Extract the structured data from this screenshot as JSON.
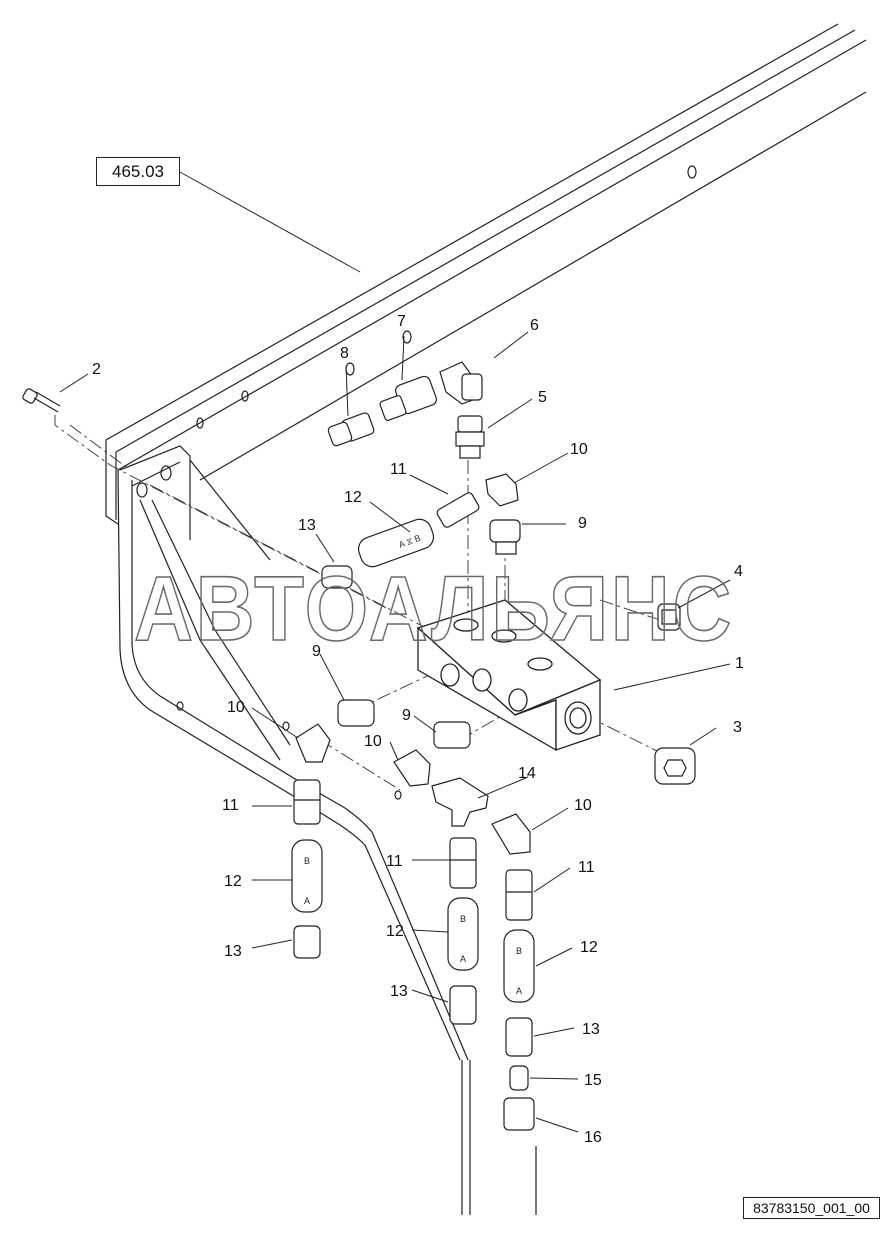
{
  "reference_label": "465.03",
  "document_id": "83783150_001_00",
  "watermark": "АВТОАЛЬЯНС",
  "callouts": [
    {
      "id": "c1",
      "text": "1"
    },
    {
      "id": "c2",
      "text": "2"
    },
    {
      "id": "c3",
      "text": "3"
    },
    {
      "id": "c4",
      "text": "4"
    },
    {
      "id": "c5",
      "text": "5"
    },
    {
      "id": "c6",
      "text": "6"
    },
    {
      "id": "c7",
      "text": "7"
    },
    {
      "id": "c8",
      "text": "8"
    },
    {
      "id": "c9a",
      "text": "9"
    },
    {
      "id": "c9b",
      "text": "9"
    },
    {
      "id": "c9c",
      "text": "9"
    },
    {
      "id": "c10a",
      "text": "10"
    },
    {
      "id": "c10b",
      "text": "10"
    },
    {
      "id": "c10c",
      "text": "10"
    },
    {
      "id": "c10d",
      "text": "10"
    },
    {
      "id": "c11a",
      "text": "11"
    },
    {
      "id": "c11b",
      "text": "11"
    },
    {
      "id": "c11c",
      "text": "11"
    },
    {
      "id": "c11d",
      "text": "11"
    },
    {
      "id": "c12a",
      "text": "12"
    },
    {
      "id": "c12b",
      "text": "12"
    },
    {
      "id": "c12c",
      "text": "12"
    },
    {
      "id": "c12d",
      "text": "12"
    },
    {
      "id": "c13a",
      "text": "13"
    },
    {
      "id": "c13b",
      "text": "13"
    },
    {
      "id": "c13c",
      "text": "13"
    },
    {
      "id": "c13d",
      "text": "13"
    },
    {
      "id": "c14",
      "text": "14"
    },
    {
      "id": "c15",
      "text": "15"
    },
    {
      "id": "c16",
      "text": "16"
    }
  ],
  "valve_markings": {
    "port_b": "B",
    "port_a": "A"
  }
}
